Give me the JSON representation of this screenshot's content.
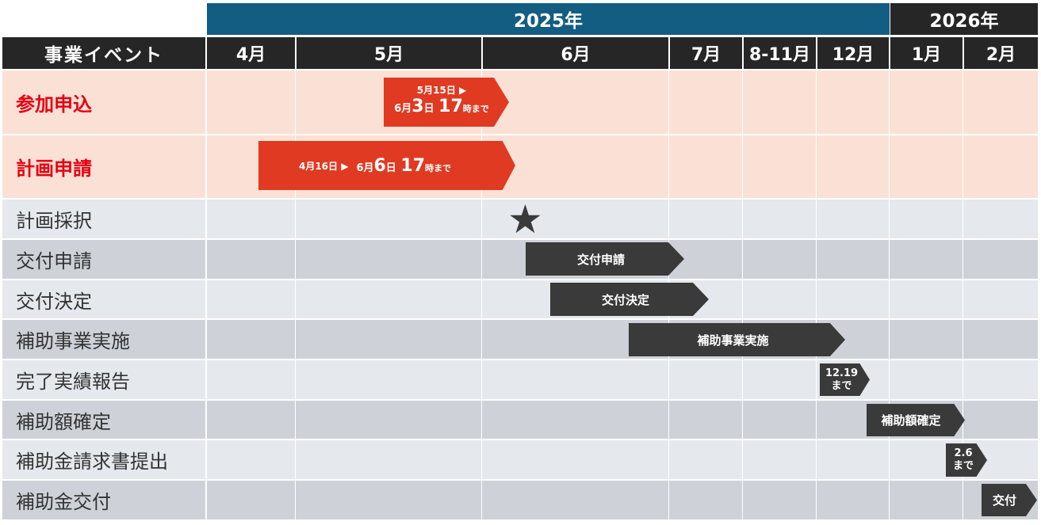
{
  "years": [
    "2025年",
    "2026年"
  ],
  "header": {
    "label": "事業イベント",
    "months": [
      "4月",
      "5月",
      "6月",
      "7月",
      "8-11月",
      "12月",
      "1月",
      "2月"
    ]
  },
  "rows": [
    "参加申込",
    "計画申請",
    "計画採択",
    "交付申請",
    "交付決定",
    "補助事業実施",
    "完了実績報告",
    "補助額確定",
    "補助金請求書提出",
    "補助金交付"
  ],
  "bars": {
    "sanka": {
      "top": "5月15日 ▶",
      "d1": "6月",
      "d2": "3",
      "d3": "日",
      "d4": "17",
      "d5": "時まで"
    },
    "keikaku": {
      "start": "4月16日 ▶",
      "d1": "6月",
      "d2": "6",
      "d3": "日",
      "d4": "17",
      "d5": "時まで"
    },
    "kofu_shinsei": "交付申請",
    "kofu_kettei": "交付決定",
    "hojo_jisshi": "補助事業実施",
    "kanryo_line1": "12.19",
    "kanryo_line2": "まで",
    "hojo_kakutei": "補助額確定",
    "seikyu_line1": "2.6",
    "seikyu_line2": "まで",
    "kofu": "交付"
  },
  "colors": {
    "year_2025": "#135d82",
    "header_bg": "#262626",
    "highlight_row": "#fbe1d5",
    "row_light": "#e5e8ec",
    "row_dark": "#ced2d8",
    "red_bar": "#e03a22",
    "dark_bar": "#3a3a3a",
    "red_text": "#e60012"
  },
  "icons": {
    "adoption": "star-icon"
  }
}
